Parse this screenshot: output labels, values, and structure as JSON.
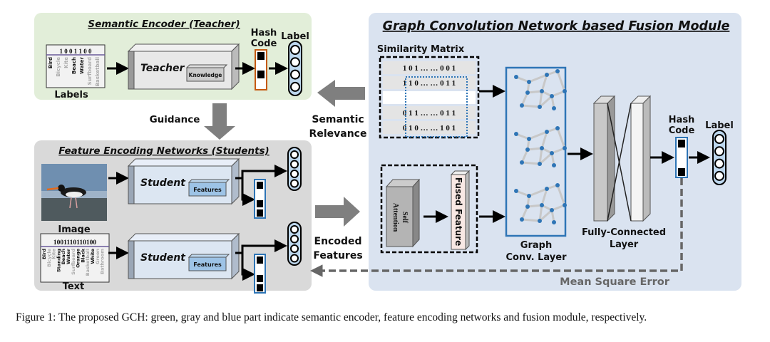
{
  "semantic_encoder": {
    "title": "Semantic Encoder (Teacher)",
    "labels_caption": "Labels",
    "label_bits": "1 0 0 1 1 0 0",
    "label_words": [
      "Bird",
      "Bicycle",
      "Kite",
      "Beach",
      "Water",
      "Surfboard",
      "Basketball"
    ],
    "label_active": [
      true,
      false,
      false,
      true,
      true,
      false,
      false
    ],
    "teacher": "Teacher",
    "knowledge": "Knowledge",
    "hash_code": [
      "Hash",
      "Code"
    ],
    "label": "Label"
  },
  "guidance": "Guidance",
  "semantic_relevance": [
    "Semantic",
    "Relevance"
  ],
  "students": {
    "title": "Feature Encoding Networks (Students)",
    "image_caption": "Image",
    "text_caption": "Text",
    "text_bits": "1001110110100",
    "text_words": [
      "Bird",
      "Bicycle",
      "Kite",
      "Standing",
      "Beach",
      "Water",
      "Surfboard",
      "Orange",
      "Black",
      "Basketball",
      "White",
      "Green",
      "Bathroom"
    ],
    "text_active": [
      true,
      false,
      false,
      true,
      true,
      true,
      false,
      true,
      true,
      false,
      true,
      false,
      false
    ],
    "student": "Student",
    "features": "Features"
  },
  "encoded_features": [
    "Encoded",
    "Features"
  ],
  "fusion": {
    "title": "Graph Convolution Network based Fusion Module",
    "similarity_matrix": "Similarity Matrix",
    "matrix_rows": [
      "1 0 1  … …  0 0 1",
      "1 1 0  … …  0 1 1",
      "",
      "0 1 1  … …  0 1 1",
      "0 1 0  … …  1 0 1"
    ],
    "self_attention": [
      "Self",
      "Attention"
    ],
    "fused_feature": "Fused Feature",
    "graph_conv": [
      "Graph",
      "Conv. Layer"
    ],
    "fc_layer": [
      "Fully-Connected",
      "Layer"
    ],
    "hash_code": [
      "Hash",
      "Code"
    ],
    "label": "Label",
    "mse": "Mean Square Error"
  },
  "colors": {
    "green_panel": "#e2eed9",
    "gray_panel": "#d9d9d9",
    "blue_panel": "#dae3f0",
    "hash_teacher": "#c55a11",
    "hash_blue": "#2e75b6",
    "node": "#2e75b6"
  },
  "caption": "Figure 1: The proposed GCH: green, gray and blue part indicate semantic encoder, feature encoding networks and fusion module, respectively."
}
